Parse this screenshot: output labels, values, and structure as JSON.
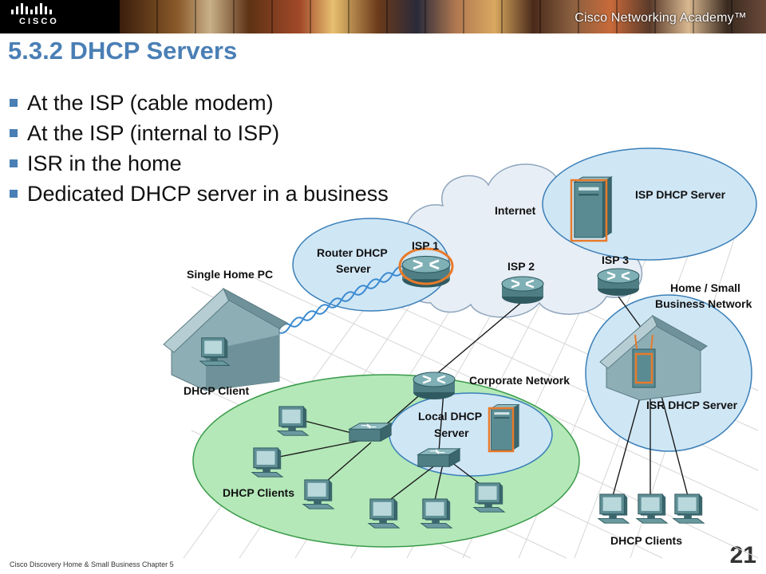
{
  "banner": {
    "logo_text": "CISCO",
    "academy_text": "Cisco Networking Academy™"
  },
  "slide": {
    "title": "5.3.2 DHCP Servers",
    "bullets": [
      "At the ISP (cable modem)",
      "At the ISP (internal to ISP)",
      "ISR in the home",
      "Dedicated DHCP server in a business"
    ]
  },
  "diagram": {
    "labels": {
      "internet": "Internet",
      "isp_dhcp_server": "ISP DHCP Server",
      "router_dhcp_line1": "Router DHCP",
      "router_dhcp_line2": "Server",
      "isp1": "ISP 1",
      "isp2": "ISP 2",
      "isp3": "ISP 3",
      "single_home_pc": "Single Home PC",
      "home_small_line1": "Home / Small",
      "home_small_line2": "Business Network",
      "dhcp_client": "DHCP Client",
      "corporate_network": "Corporate Network",
      "local_dhcp_line1": "Local DHCP",
      "local_dhcp_line2": "Server",
      "isr_dhcp_server": "ISR DHCP Server",
      "dhcp_clients_corp": "DHCP Clients",
      "dhcp_clients_home": "DHCP Clients"
    },
    "colors": {
      "bubble_blue": "#cfe6f5",
      "bubble_blue_stroke": "#3a7fb8",
      "bubble_green": "#b4e8b8",
      "bubble_green_stroke": "#3a9a4a",
      "router_body": "#4f7e84",
      "server_body": "#5a8b92",
      "server_highlight": "#e87a2a",
      "cloud": "#e8eef5",
      "wireless_wave": "#3a8ad0"
    }
  },
  "footer": {
    "text": "Cisco Discovery Home & Small Business Chapter 5",
    "page_number": "21"
  }
}
